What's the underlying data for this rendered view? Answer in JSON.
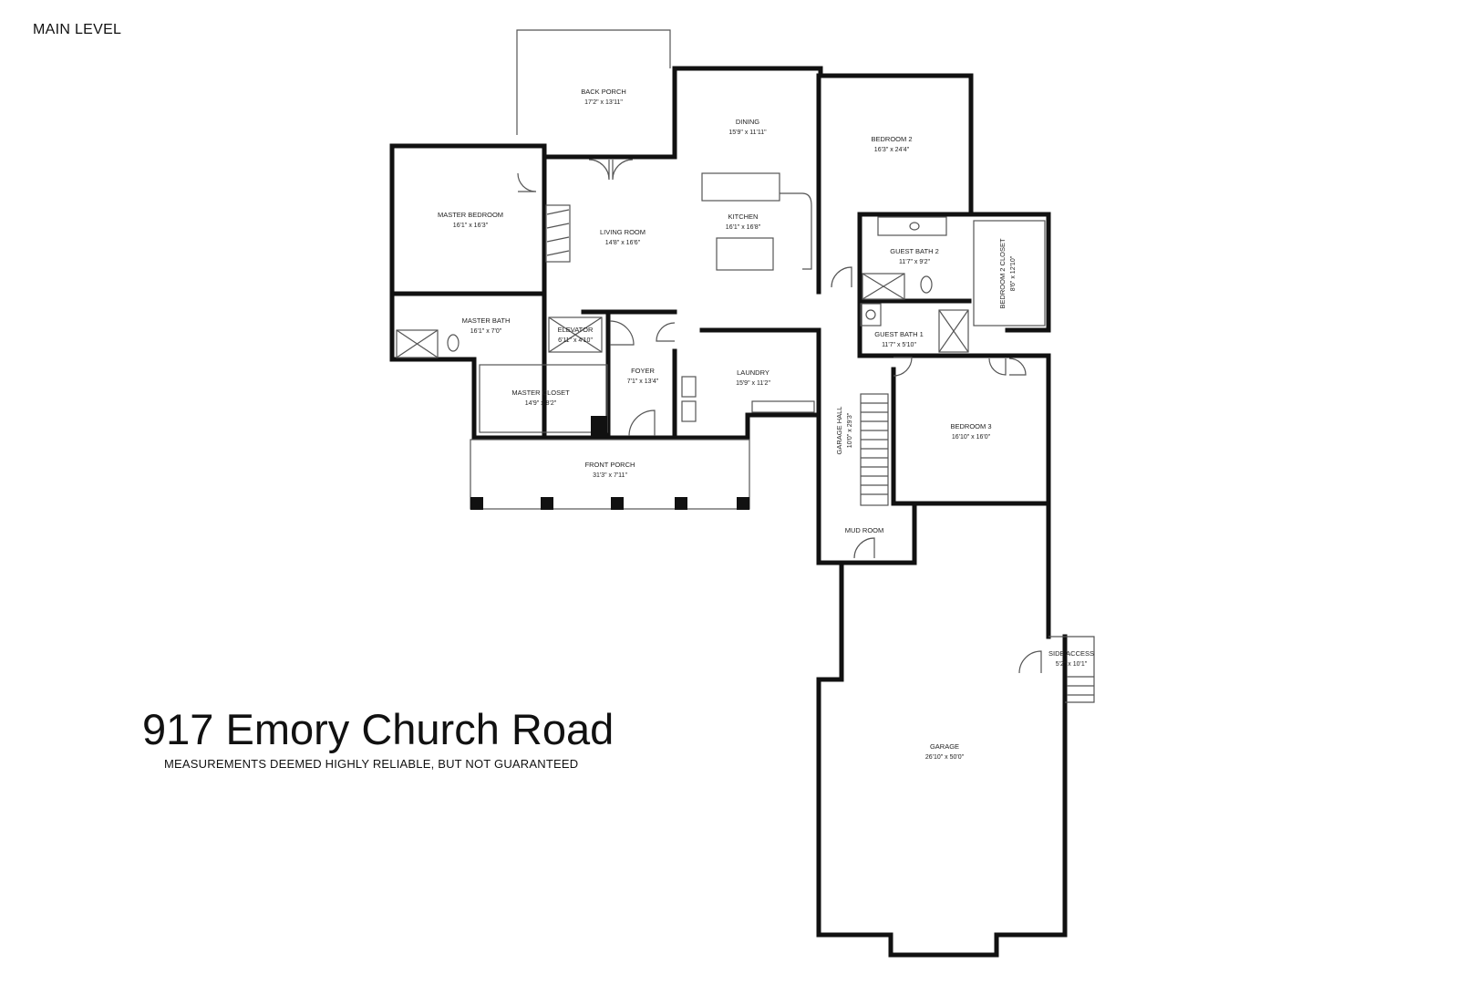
{
  "level_label": "MAIN LEVEL",
  "address": "917 Emory Church Road",
  "disclaimer": "MEASUREMENTS DEEMED HIGHLY RELIABLE, BUT NOT GUARANTEED",
  "rooms": {
    "back_porch": {
      "name": "BACK PORCH",
      "dims": "17'2\" x 13'11\""
    },
    "dining": {
      "name": "DINING",
      "dims": "15'9\" x 11'11\""
    },
    "bedroom2": {
      "name": "BEDROOM 2",
      "dims": "16'3\" x 24'4\""
    },
    "master_bedroom": {
      "name": "MASTER BEDROOM",
      "dims": "16'1\" x 16'3\""
    },
    "living_room": {
      "name": "LIVING ROOM",
      "dims": "14'8\" x 16'6\""
    },
    "kitchen": {
      "name": "KITCHEN",
      "dims": "16'1\" x 16'8\""
    },
    "guest_bath2": {
      "name": "GUEST BATH 2",
      "dims": "11'7\" x 9'2\""
    },
    "bedroom2_closet": {
      "name": "BEDROOM 2 CLOSET",
      "dims": "8'6\" x 12'10\""
    },
    "master_bath": {
      "name": "MASTER BATH",
      "dims": "16'1\" x 7'0\""
    },
    "elevator": {
      "name": "ELEVATOR",
      "dims": "6'11\" x 4'10\""
    },
    "guest_bath1": {
      "name": "GUEST BATH 1",
      "dims": "11'7\" x 5'10\""
    },
    "foyer": {
      "name": "FOYER",
      "dims": "7'1\" x 13'4\""
    },
    "laundry": {
      "name": "LAUNDRY",
      "dims": "15'9\" x 11'2\""
    },
    "master_closet": {
      "name": "MASTER CLOSET",
      "dims": "14'9\" x 8'2\""
    },
    "garage_hall": {
      "name": "GARAGE HALL",
      "dims": "10'0\" x 29'3\""
    },
    "bedroom3": {
      "name": "BEDROOM 3",
      "dims": "16'10\" x 16'0\""
    },
    "front_porch": {
      "name": "FRONT PORCH",
      "dims": "31'3\" x 7'11\""
    },
    "mud_room": {
      "name": "MUD ROOM",
      "dims": ""
    },
    "side_access": {
      "name": "SIDE ACCESS",
      "dims": "5'2\" x 10'1\""
    },
    "garage": {
      "name": "GARAGE",
      "dims": "26'10\" x 50'0\""
    }
  },
  "colors": {
    "wall": "#111111",
    "line": "#555555",
    "background": "#ffffff"
  }
}
